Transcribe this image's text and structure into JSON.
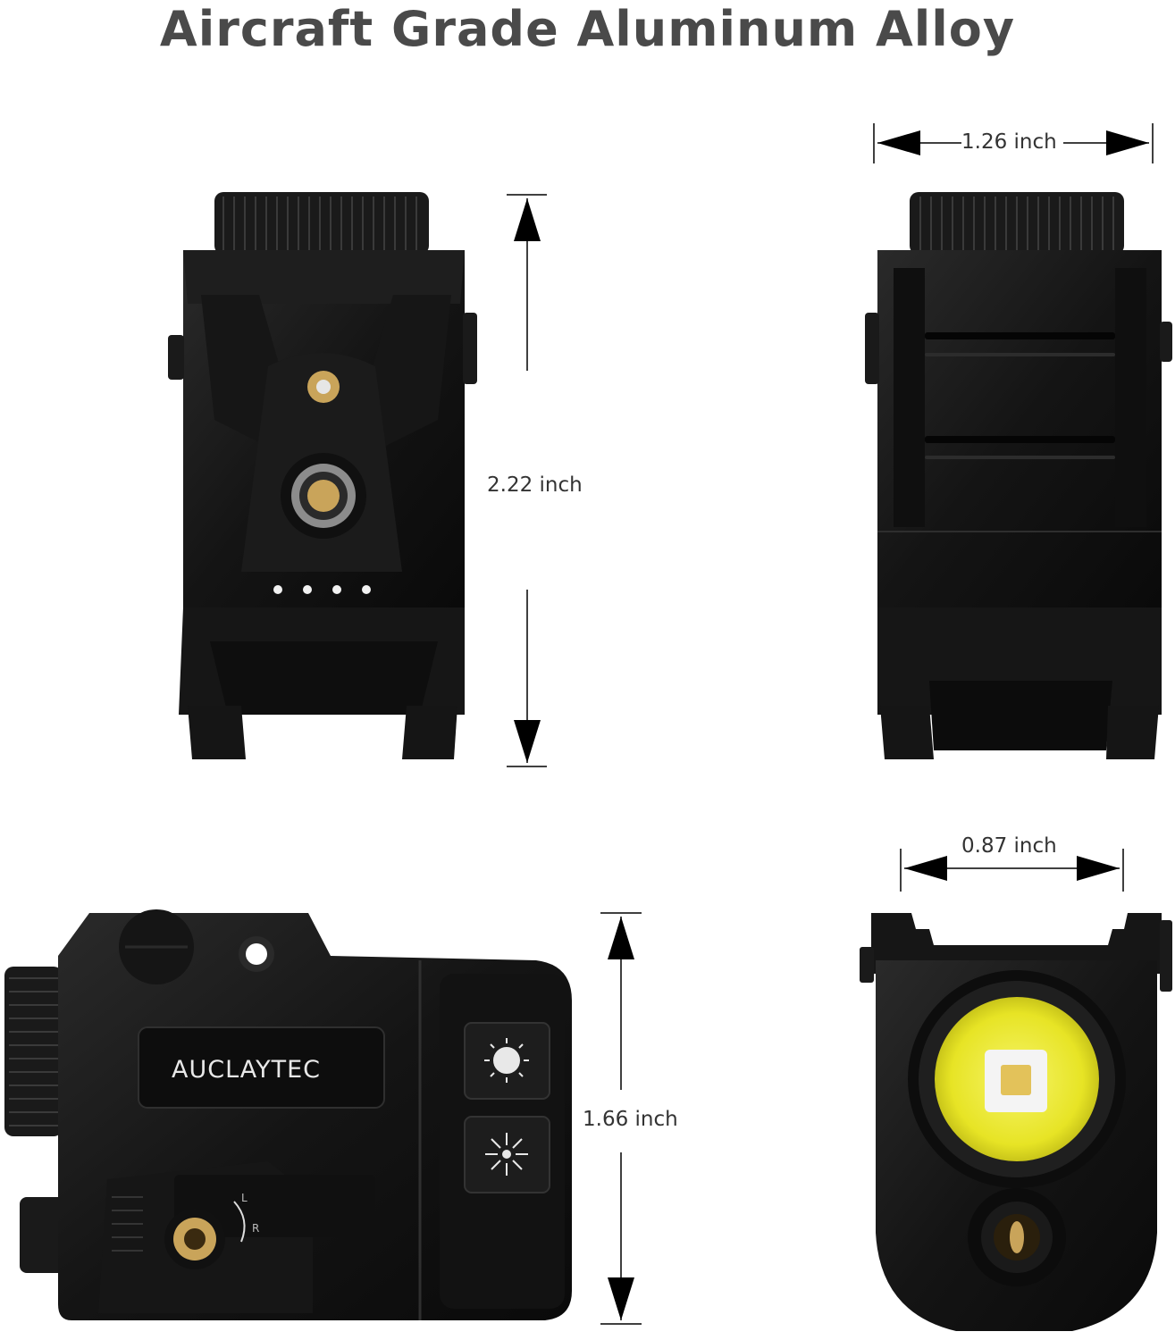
{
  "title": "Aircraft Grade Aluminum Alloy",
  "dimensions": {
    "height": "2.22 inch",
    "width": "1.26 inch",
    "length": "1.66 inch",
    "depth": "0.87 inch"
  },
  "product": {
    "brand": "AUCLAYTEC",
    "laser_left_mark": "L",
    "laser_right_mark": "R"
  },
  "icons": [
    "sun-icon",
    "laser-icon"
  ],
  "colors": {
    "title": "#4a4a4a",
    "body": "#111111",
    "lens": "#ecea2a",
    "brass": "#c9a45a",
    "background": "#ffffff"
  }
}
